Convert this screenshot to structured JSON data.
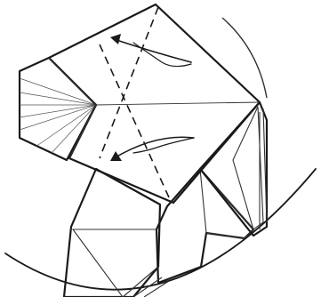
{
  "diagram": {
    "kind": "origami-fold-step",
    "instruction_marks": [
      "valley-fold-line",
      "valley-fold-line",
      "fold-arrow",
      "fold-arrow"
    ],
    "colors": {
      "paper_light": "#e3e3e3",
      "paper_mid": "#bdbdbd",
      "paper_dark": "#999999",
      "outline": "#1a1a1a",
      "background": "#ffffff"
    }
  }
}
